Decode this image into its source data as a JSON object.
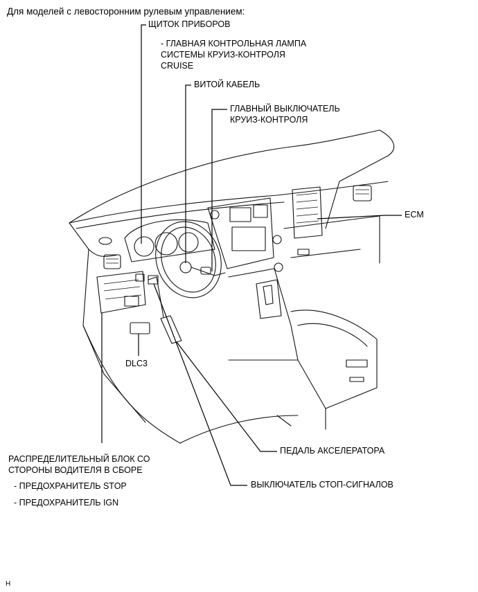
{
  "title": "Для моделей с левосторонним рулевым управлением:",
  "labels": {
    "combination_meter": "ЩИТОК ПРИБОРОВ",
    "cruise_indicator_1": "- ГЛАВНАЯ КОНТРОЛЬНАЯ ЛАМПА",
    "cruise_indicator_2": "СИСТЕМЫ КРУИЗ-КОНТРОЛЯ",
    "cruise_indicator_3": "CRUISE",
    "spiral_cable": "ВИТОЙ КАБЕЛЬ",
    "main_switch_1": "ГЛАВНЫЙ ВЫКЛЮЧАТЕЛЬ",
    "main_switch_2": "КРУИЗ-КОНТРОЛЯ",
    "ecm": "ECM",
    "dlc3": "DLC3",
    "junction_block_1": "РАСПРЕДЕЛИТЕЛЬНЫЙ БЛОК СО",
    "junction_block_2": "СТОРОНЫ ВОДИТЕЛЯ В СБОРЕ",
    "fuse_stop": "- ПРЕДОХРАНИТЕЛЬ STOP",
    "fuse_ign": "- ПРЕДОХРАНИТЕЛЬ IGN",
    "accelerator_pedal": "ПЕДАЛЬ АКСЕЛЕРАТОРА",
    "stop_light_switch": "ВЫКЛЮЧАТЕЛЬ СТОП-СИГНАЛОВ"
  },
  "footer": "H"
}
